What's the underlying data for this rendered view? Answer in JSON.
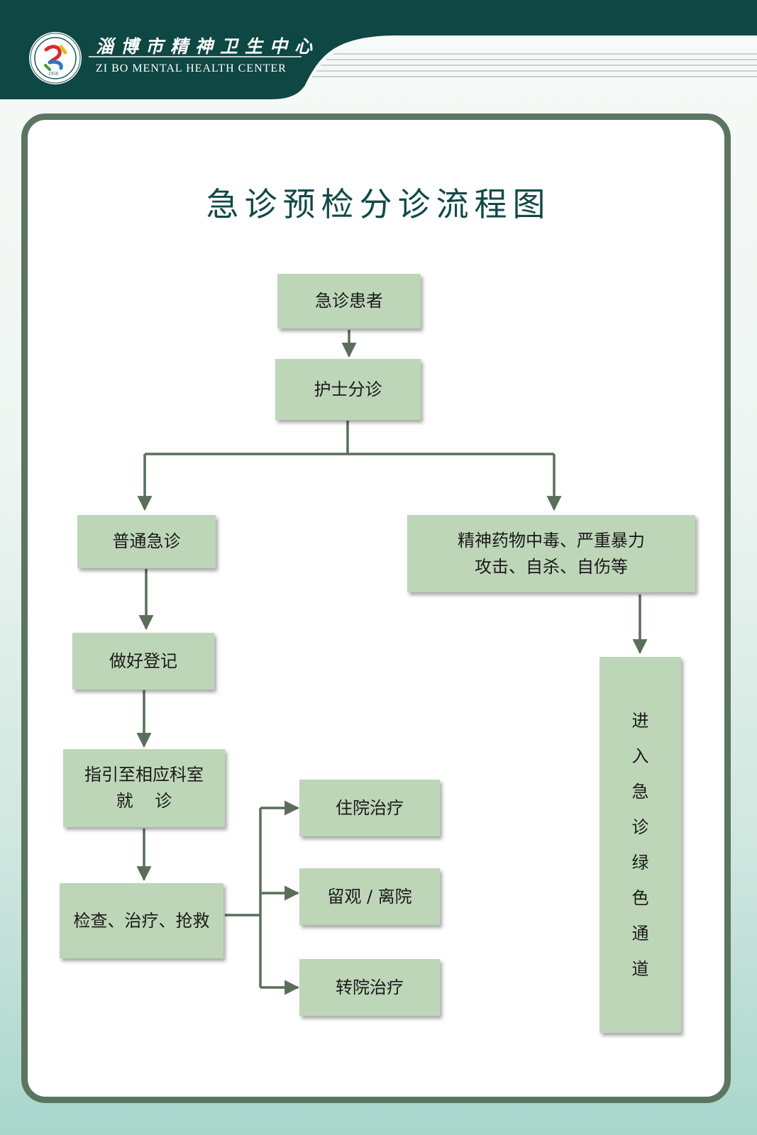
{
  "header": {
    "org_name_cn": "淄博市精神卫生中心",
    "org_name_en": "ZI BO MENTAL HEALTH CENTER",
    "logo_year": "1958"
  },
  "title": "急诊预检分诊流程图",
  "nodes": {
    "patient": "急诊患者",
    "triage": "护士分诊",
    "general": "普通急诊",
    "severe": "精神药物中毒、严重暴力\n攻击、自杀、自伤等",
    "register": "做好登记",
    "guide": "指引至相应科室\n就    诊",
    "treat": "检查、治疗、抢救",
    "inpatient": "住院治疗",
    "observe": "留观 / 离院",
    "transfer": "转院治疗",
    "green": "进入急诊绿色通道"
  },
  "colors": {
    "header": "#0e4744",
    "board_border": "#5b7560",
    "node_fill": "#bed6b8",
    "connector": "#5a6e5a",
    "title": "#124a48"
  }
}
